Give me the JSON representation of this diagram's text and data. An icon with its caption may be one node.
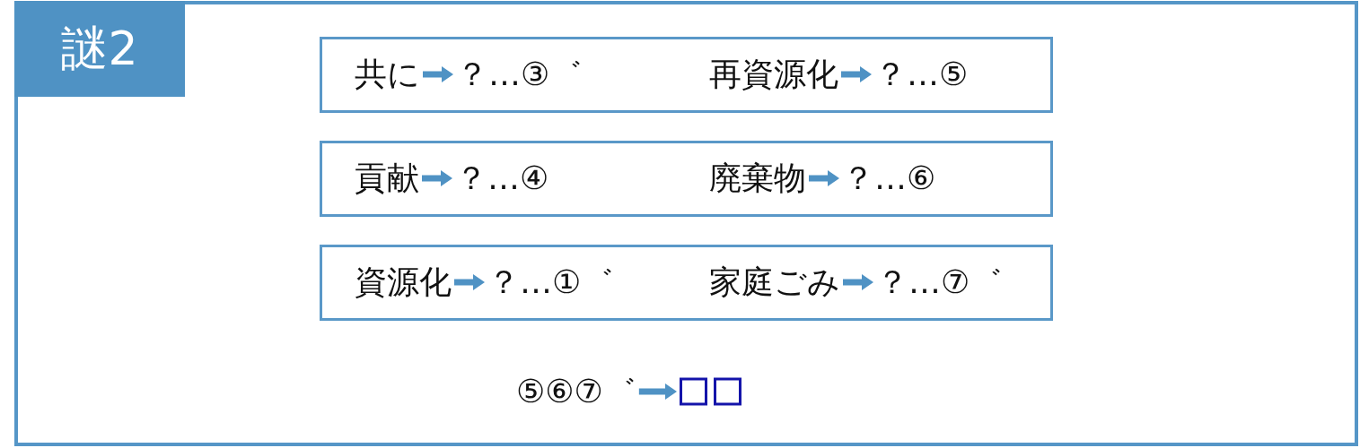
{
  "diagram": {
    "title": "謎2",
    "nodes": [
      {
        "text": [],
        "shape": "box"
      },
      {
        "text": [
          "共に"
        ],
        "in": 0
      },
      {
        "text": [
          "？…③゛"
        ],
        "in": 0
      },
      {
        "text": [
          "再資源化"
        ],
        "in": 0
      },
      {
        "text": [
          "？…⑤"
        ],
        "in": 0
      },
      {
        "text": [],
        "shape": "box"
      },
      {
        "text": [
          "貢献"
        ],
        "in": 5
      },
      {
        "text": [
          "？…④"
        ],
        "in": 5
      },
      {
        "text": [
          "廃棄物"
        ],
        "in": 5
      },
      {
        "text": [
          "？…⑥"
        ],
        "in": 5
      },
      {
        "text": [],
        "shape": "box"
      },
      {
        "text": [
          "資源化"
        ],
        "in": 10
      },
      {
        "text": [
          "？…①゛"
        ],
        "in": 10
      },
      {
        "text": [
          "家庭ごみ"
        ],
        "in": 10
      },
      {
        "text": [
          "？…⑦゛"
        ],
        "in": 10
      },
      {
        "text": [
          "⑤⑥⑦゛"
        ]
      },
      {
        "text": [],
        "shape": "box"
      },
      {
        "text": [],
        "shape": "box"
      }
    ],
    "edges": [
      {
        "from": 1,
        "to": 2,
        "arrow": "to"
      },
      {
        "from": 3,
        "to": 4,
        "arrow": "to"
      },
      {
        "from": 6,
        "to": 7,
        "arrow": "to"
      },
      {
        "from": 8,
        "to": 9,
        "arrow": "to"
      },
      {
        "from": 11,
        "to": 12,
        "arrow": "to"
      },
      {
        "from": 13,
        "to": 14,
        "arrow": "to"
      },
      {
        "from": 15,
        "to": 16,
        "arrow": "to"
      }
    ]
  }
}
